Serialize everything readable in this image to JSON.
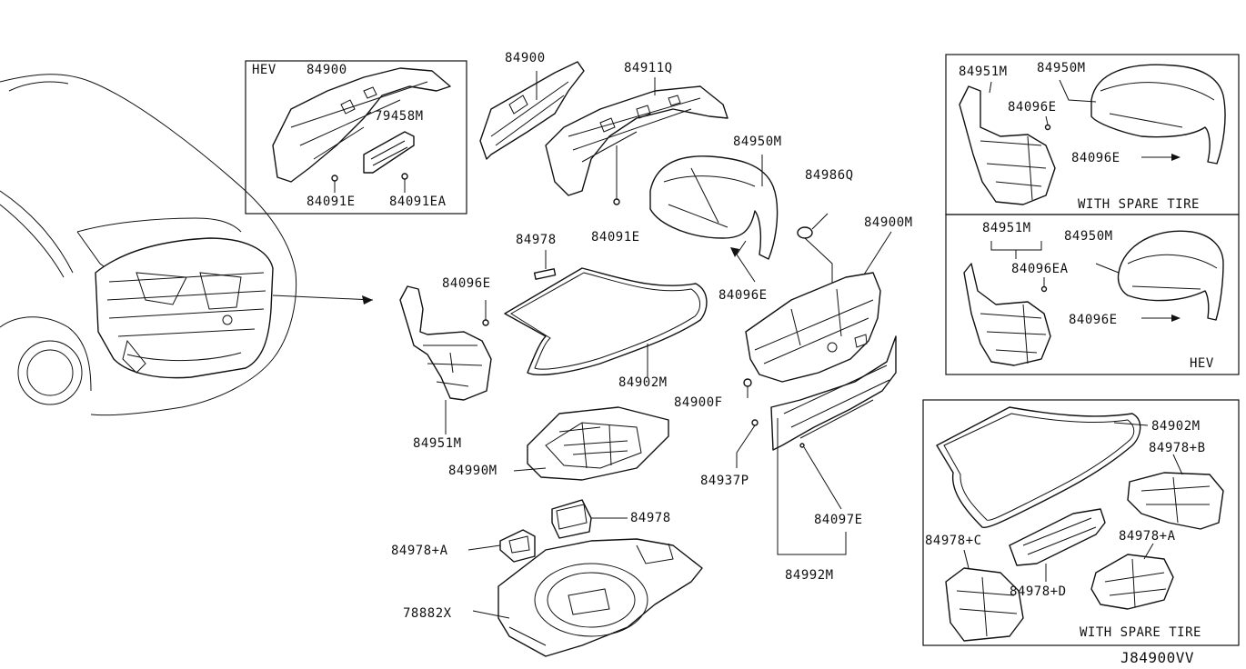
{
  "diagram_id": "J84900VV",
  "boxes": {
    "hev_top": {
      "tag": "HEV",
      "parts": [
        "84900",
        "79458M",
        "84091E",
        "84091EA"
      ]
    },
    "spare_tire_top": {
      "tag": "WITH SPARE TIRE",
      "parts": [
        "84951M",
        "84950M",
        "84096E",
        "84096E"
      ]
    },
    "hev_right": {
      "tag": "HEV",
      "parts": [
        "84951M",
        "84950M",
        "84096EA",
        "84096E"
      ]
    },
    "spare_tire_bottom": {
      "tag": "WITH SPARE TIRE",
      "parts": [
        "84902M",
        "84978+B",
        "84978+C",
        "84978+A",
        "84978+D"
      ]
    }
  },
  "main_parts": {
    "p84900": "84900",
    "p84911Q": "84911Q",
    "p84950M": "84950M",
    "p84986Q": "84986Q",
    "p84978": "84978",
    "p84091E": "84091E",
    "p84900M": "84900M",
    "p84096E_left": "84096E",
    "p84096E_mid": "84096E",
    "p84902M": "84902M",
    "p84900F": "84900F",
    "p84951M": "84951M",
    "p84990M": "84990M",
    "p84937P": "84937P",
    "p84978_lower": "84978",
    "p84097E": "84097E",
    "p84978A": "84978+A",
    "p84992M": "84992M",
    "p78882X": "78882X"
  }
}
